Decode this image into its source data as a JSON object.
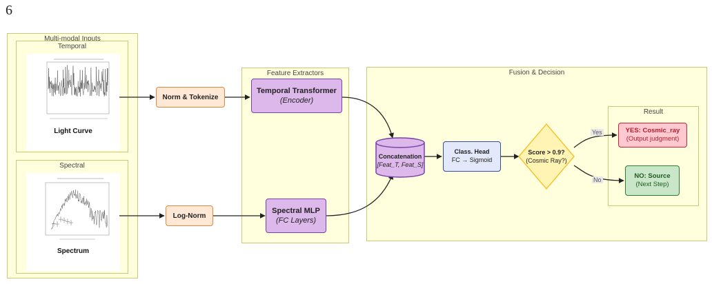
{
  "page_number": "6",
  "clusters": {
    "inputs": {
      "title": "Multi-modal Inputs"
    },
    "temporal": {
      "title": "Temporal",
      "caption": "Light Curve"
    },
    "spectral": {
      "title": "Spectral",
      "caption": "Spectrum"
    },
    "extractors": {
      "title": "Feature Extractors"
    },
    "fusion": {
      "title": "Fusion & Decision"
    },
    "result": {
      "title": "Result"
    }
  },
  "nodes": {
    "norm_tokenize": {
      "label": "Norm & Tokenize"
    },
    "log_norm": {
      "label": "Log-Norm"
    },
    "temporal_transformer": {
      "label": "Temporal Transformer",
      "sub": "(Encoder)"
    },
    "spectral_mlp": {
      "label": "Spectral MLP",
      "sub": "(FC Layers)"
    },
    "concatenation": {
      "label": "Concatenation",
      "sub": "[Feat_T, Feat_S]"
    },
    "class_head": {
      "label": "Class. Head",
      "sub": "FC → Sigmoid"
    },
    "decision": {
      "label": "Score > 0.9?",
      "sub": "(Cosmic Ray?)"
    },
    "yes_node": {
      "label": "YES: Cosmic_ray",
      "sub": "(Output judgment)"
    },
    "no_node": {
      "label": "NO: Source",
      "sub": "(Next Step)"
    }
  },
  "edges": {
    "yes_label": "Yes",
    "no_label": "No"
  },
  "colors": {
    "cluster_fill": "#ffffde",
    "cluster_border": "#c9c97a",
    "orange_fill": "#ffe9d6",
    "orange_border": "#e08a3c",
    "purple_fill": "#ddb8ea",
    "purple_border": "#7b3fa8",
    "blue_fill": "#e3e8fb",
    "blue_border": "#2f4c9a",
    "decision_fill": "#fff4b3",
    "decision_border": "#f2c531",
    "yes_fill": "#ffc9cf",
    "yes_border": "#c0283a",
    "no_fill": "#c9e6c9",
    "no_border": "#2f7a32"
  }
}
